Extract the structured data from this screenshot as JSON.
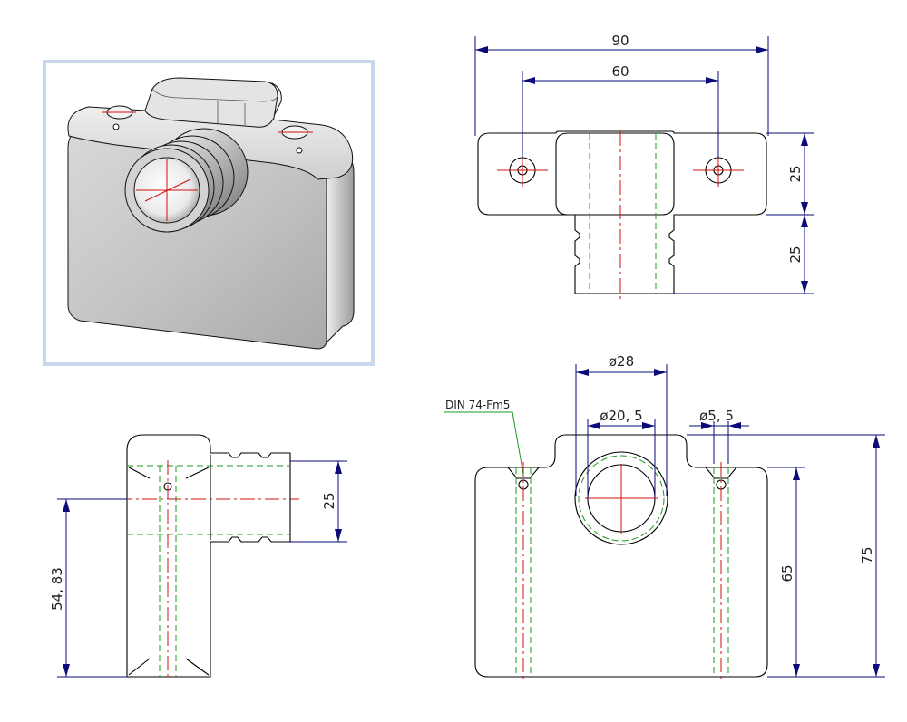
{
  "dimensions": {
    "top_width_90": "90",
    "top_hole_spacing_60": "60",
    "top_flange_25": "25",
    "top_spigot_25": "25",
    "front_outer_dia": "ø28",
    "front_inner_dia": "ø20, 5",
    "front_hole_dia": "ø5, 5",
    "front_height_65": "65",
    "front_height_75": "75",
    "side_spigot_25": "25",
    "side_height": "54, 83"
  },
  "notes": {
    "lubricator_callout": "DIN 74-Fm5"
  },
  "colors": {
    "outline": "#000000",
    "hidden_lines": "#1a9a1a",
    "center_lines": "#d01010",
    "dimension_lines": "#0a0a7a",
    "iso_frame": "#c8d8ea"
  }
}
